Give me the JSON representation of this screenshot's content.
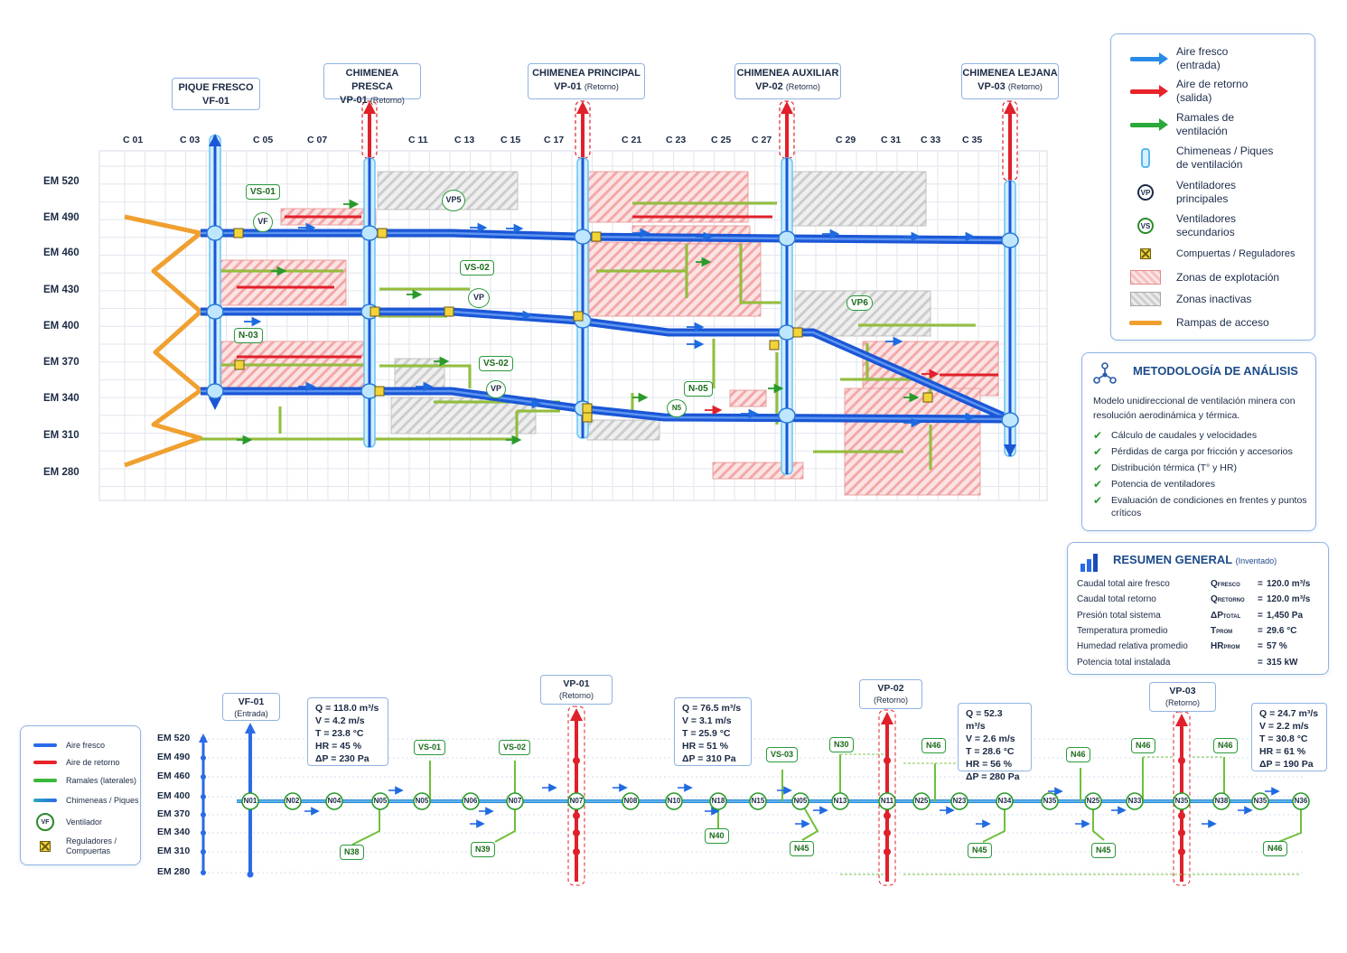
{
  "shafts": [
    {
      "title": "PIQUE FRESCO",
      "code": "VF-01",
      "sub": ""
    },
    {
      "title": "CHIMENEA PRESCA",
      "code": "VP-01",
      "sub": "(Retorno)"
    },
    {
      "title": "CHIMENEA PRINCIPAL",
      "code": "VP-01",
      "sub": "(Retorno)"
    },
    {
      "title": "CHIMENEA AUXILIAR",
      "code": "VP-02",
      "sub": "(Retorno)"
    },
    {
      "title": "CHIMENEA LEJANA",
      "code": "VP-03",
      "sub": "(Retorno)"
    }
  ],
  "columns": [
    "C 01",
    "C 03",
    "C 05",
    "C 07",
    "C 11",
    "C 13",
    "C 15",
    "C 17",
    "C 21",
    "C 23",
    "C 25",
    "C 27",
    "C 29",
    "C 31",
    "C 33",
    "C 35"
  ],
  "levels": [
    "EM 520",
    "EM 490",
    "EM 460",
    "EM 430",
    "EM 400",
    "EM 370",
    "EM 340",
    "EM 310",
    "EM 280"
  ],
  "plan_tags": [
    "VS-01",
    "VF",
    "VP5",
    "VS-02",
    "VP",
    "VP6",
    "N-03",
    "VS-02",
    "VP",
    "N-05",
    "N5"
  ],
  "legend": [
    {
      "icon": "fresh-air-arrow-icon",
      "label": "Aire fresco\n(entrada)",
      "color": "#2a8ae8"
    },
    {
      "icon": "return-air-arrow-icon",
      "label": "Aire de retorno\n(salida)",
      "color": "#e8232a"
    },
    {
      "icon": "branch-arrow-icon",
      "label": "Ramales de\nventilación",
      "color": "#2aa83a"
    },
    {
      "icon": "shaft-icon",
      "label": "Chimeneas / Piques\nde ventilación",
      "color": "#5ab7f0"
    },
    {
      "icon": "main-fan-icon",
      "label": "Ventiladores\nprincipales",
      "sym": "VP"
    },
    {
      "icon": "secondary-fan-icon",
      "label": "Ventiladores\nsecundarios",
      "sym": "VS"
    },
    {
      "icon": "gate-icon",
      "label": "Compuertas / Reguladores"
    },
    {
      "icon": "exploitation-zone-icon",
      "label": "Zonas de explotación"
    },
    {
      "icon": "inactive-zone-icon",
      "label": "Zonas inactivas"
    },
    {
      "icon": "access-ramp-icon",
      "label": "Rampas de acceso"
    }
  ],
  "methodology": {
    "title": "METODOLOGÍA DE ANÁLISIS",
    "intro": "Modelo unidireccional de ventilación minera con resolución aerodinámica y térmica.",
    "items": [
      "Cálculo de caudales y velocidades",
      "Pérdidas de carga por fricción y accesorios",
      "Distribución térmica (T° y HR)",
      "Potencia de ventiladores",
      "Evaluación de condiciones en frentes y puntos críticos"
    ]
  },
  "summary": {
    "title": "RESUMEN GENERAL",
    "subtitle": "(Inventado)",
    "rows": [
      {
        "label": "Caudal total aire fresco",
        "sym": "Q",
        "sub": "FRESCO",
        "value": "120.0 m³/s"
      },
      {
        "label": "Caudal total retorno",
        "sym": "Q",
        "sub": "RETORNO",
        "value": "120.0 m³/s"
      },
      {
        "label": "Presión total sistema",
        "sym": "ΔP",
        "sub": "TOTAL",
        "value": "1,450 Pa"
      },
      {
        "label": "Temperatura promedio",
        "sym": "T",
        "sub": "PROM",
        "value": "29.6 °C"
      },
      {
        "label": "Humedad relativa promedio",
        "sym": "HR",
        "sub": "PROM",
        "value": "57 %"
      },
      {
        "label": "Potencia total instalada",
        "sym": "",
        "sub": "",
        "value": "315 kW"
      }
    ]
  },
  "schematic": {
    "legend": [
      {
        "icon": "fresh-air-line-icon",
        "label": "Aire fresco",
        "color": "#2a6ae8"
      },
      {
        "icon": "return-air-line-icon",
        "label": "Aire de retorno",
        "color": "#e8232a"
      },
      {
        "icon": "branch-line-icon",
        "label": "Ramales (laterales)",
        "color": "#3ab83a"
      },
      {
        "icon": "shaft-line-icon",
        "label": "Chimeneas / Piques",
        "color": "#2aa8b8"
      },
      {
        "icon": "fan-icon",
        "label": "Ventilador",
        "sym": "VF"
      },
      {
        "icon": "gate-icon",
        "label": "Reguladores /\nCompuertas"
      }
    ],
    "levels": [
      "EM 520",
      "EM 490",
      "EM 460",
      "EM 400",
      "EM 370",
      "EM 340",
      "EM 310",
      "EM 280"
    ],
    "shafts": [
      {
        "code": "VF-01",
        "sub": "(Entrada)"
      },
      {
        "code": "VP-01",
        "sub": "(Retorno)"
      },
      {
        "code": "VP-02",
        "sub": "(Retorno)"
      },
      {
        "code": "VP-03",
        "sub": "(Retorno)"
      }
    ],
    "info": [
      {
        "q": "Q = 118.0 m³/s",
        "v": "V  = 4.2 m/s",
        "t": "T  = 23.8 °C",
        "hr": "HR  = 45 %",
        "dp": "ΔP = 230 Pa"
      },
      {
        "q": "Q = 76.5 m³/s",
        "v": "V  = 3.1 m/s",
        "t": "T  = 25.9 °C",
        "hr": "HR  = 51 %",
        "dp": "ΔP = 310 Pa"
      },
      {
        "q": "Q = 52.3 m³/s",
        "v": "V  = 2.6 m/s",
        "t": "T  = 28.6 °C",
        "hr": "HR  = 56 %",
        "dp": "ΔP = 280 Pa"
      },
      {
        "q": "Q = 24.7 m³/s",
        "v": "V  = 2.2 m/s",
        "t": "T  = 30.8 °C",
        "hr": "HR  = 61 %",
        "dp": "ΔP = 190 Pa"
      }
    ],
    "nodes": [
      "N01",
      "N02",
      "N04",
      "N05",
      "N05",
      "N06",
      "N07",
      "N07",
      "N08",
      "N10",
      "N18",
      "N15",
      "N05",
      "N13",
      "N11",
      "N25",
      "N23",
      "N34",
      "N35",
      "N25",
      "N33",
      "N35",
      "N38",
      "N35",
      "N36"
    ],
    "tags_top": [
      "VS-01",
      "VS-02",
      "VS-03",
      "N30",
      "N46",
      "N46",
      "N46",
      "N46"
    ],
    "tags_bottom": [
      "N38",
      "N39",
      "N40",
      "N45",
      "N45",
      "N45",
      "N46"
    ]
  }
}
